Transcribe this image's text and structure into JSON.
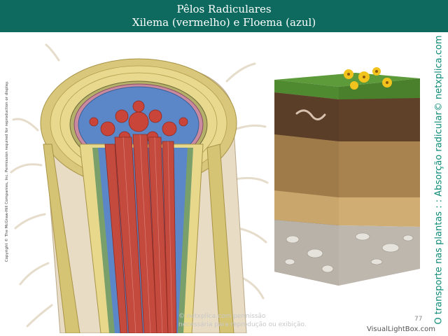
{
  "header": {
    "title": "Pêlos Radiculares",
    "subtitle": "Xilema (vermelho) e Floema (azul)"
  },
  "copyright_vertical": "Copyright © The McGraw-Hill Companies, Inc. Permission required for reproduction or display.",
  "side_caption": "O transporte nas plantas : : Absorção radicular© netxplica.com",
  "watermark": {
    "line1": "© netxplica.com permissão",
    "line2": "necessária para reprodução ou exibição."
  },
  "page_number": "77",
  "site_credit": "VisualLightBox.com",
  "colors": {
    "header_bg": "#0e6a5f",
    "xylem": "#c9453a",
    "phloem": "#4f7fc4",
    "cortex": "#d8c86a",
    "side_text": "#0e8b77"
  }
}
